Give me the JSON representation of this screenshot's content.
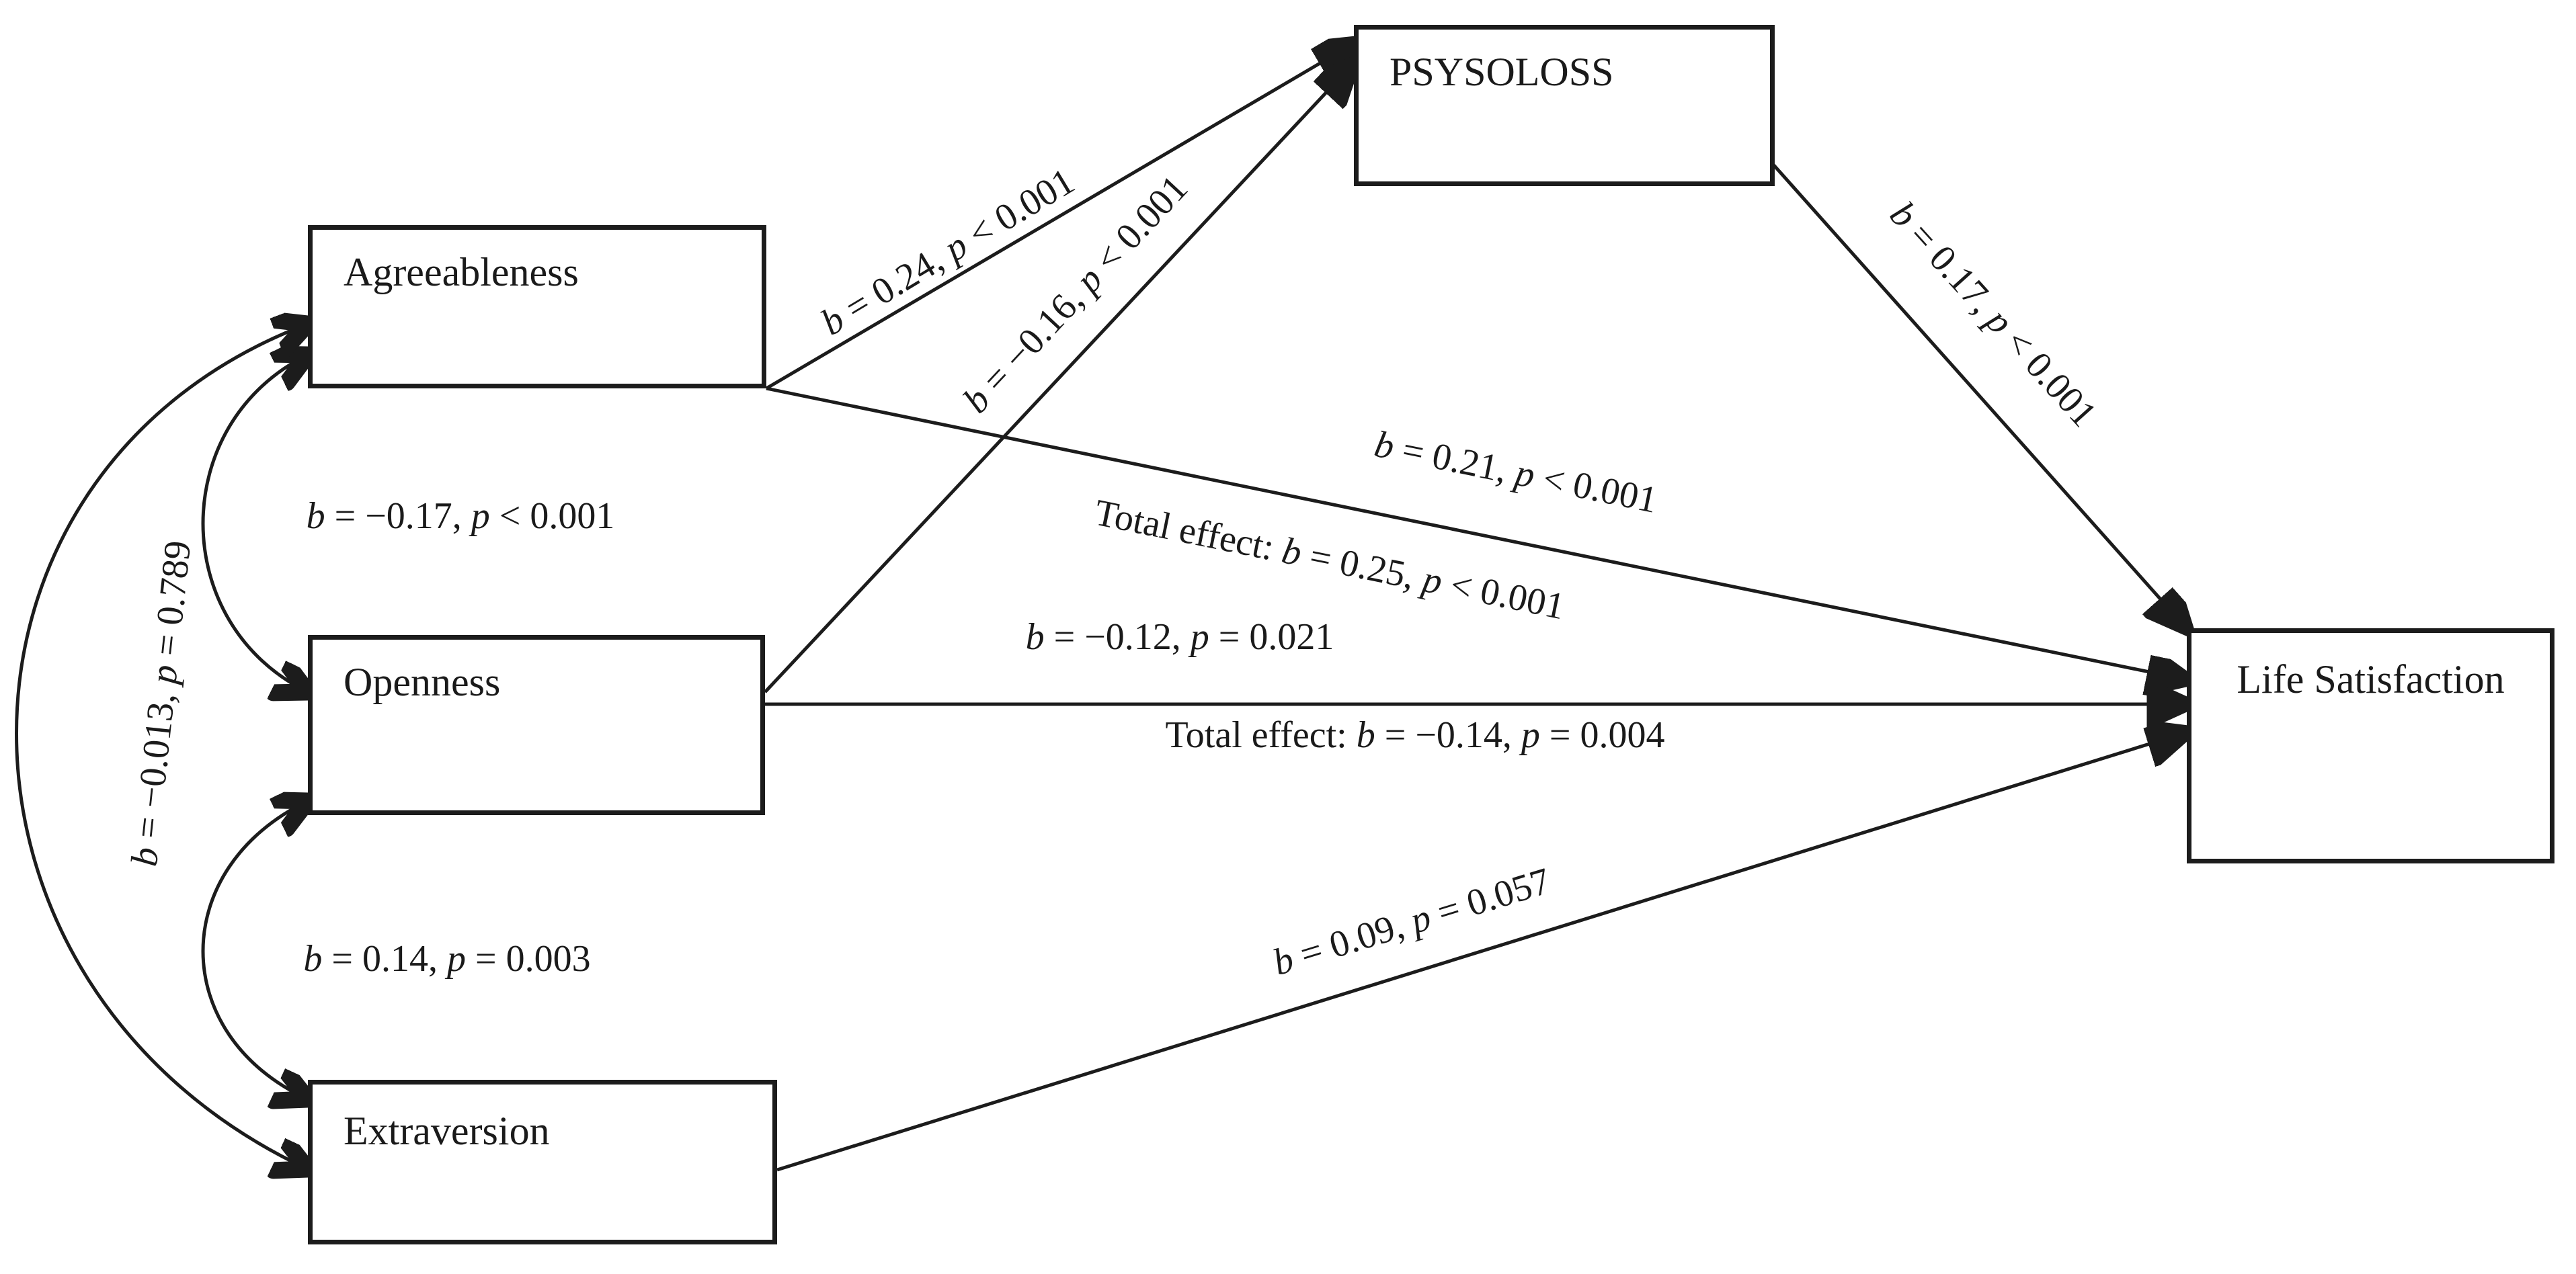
{
  "diagram": {
    "title": "Mediation path model",
    "colors": {
      "line": "#1c1c1c",
      "text": "#1a1a1a",
      "background": "#ffffff"
    },
    "nodes": {
      "agreeableness": {
        "label": "Agreeableness"
      },
      "openness": {
        "label": "Openness"
      },
      "extraversion": {
        "label": "Extraversion"
      },
      "psysoloss": {
        "label": "PSYSOLOSS"
      },
      "life_satisfaction": {
        "label": "Life Satisfaction"
      }
    },
    "edges": {
      "agreeableness_to_psysoloss": {
        "text": "b = 0.24, p < 0.001",
        "parts": [
          {
            "t": "b",
            "i": true
          },
          {
            "t": " = 0.24, ",
            "i": false
          },
          {
            "t": "p",
            "i": true
          },
          {
            "t": " < 0.001",
            "i": false
          }
        ]
      },
      "openness_to_psysoloss": {
        "text": "b = −0.16, p < 0.001",
        "parts": [
          {
            "t": "b",
            "i": true
          },
          {
            "t": " = −0.16, ",
            "i": false
          },
          {
            "t": "p",
            "i": true
          },
          {
            "t": " < 0.001",
            "i": false
          }
        ]
      },
      "psysoloss_to_life_satisfaction": {
        "text": "b = 0.17, p < 0.001",
        "parts": [
          {
            "t": "b",
            "i": true
          },
          {
            "t": " = 0.17, ",
            "i": false
          },
          {
            "t": "p",
            "i": true
          },
          {
            "t": " < 0.001",
            "i": false
          }
        ]
      },
      "agreeableness_to_life_satisfaction_direct": {
        "text": "b = 0.21, p < 0.001",
        "parts": [
          {
            "t": "b",
            "i": true
          },
          {
            "t": " = 0.21, ",
            "i": false
          },
          {
            "t": "p",
            "i": true
          },
          {
            "t": " < 0.001",
            "i": false
          }
        ]
      },
      "agreeableness_to_life_satisfaction_total": {
        "text": "Total effect: b = 0.25, p < 0.001",
        "parts": [
          {
            "t": "Total effect: ",
            "i": false
          },
          {
            "t": "b",
            "i": true
          },
          {
            "t": " = 0.25, ",
            "i": false
          },
          {
            "t": "p",
            "i": true
          },
          {
            "t": " < 0.001",
            "i": false
          }
        ]
      },
      "openness_to_life_satisfaction_direct": {
        "text": "b = −0.12, p = 0.021",
        "parts": [
          {
            "t": "b",
            "i": true
          },
          {
            "t": " = −0.12, ",
            "i": false
          },
          {
            "t": "p",
            "i": true
          },
          {
            "t": " = 0.021",
            "i": false
          }
        ]
      },
      "openness_to_life_satisfaction_total": {
        "text": "Total effect: b = −0.14, p = 0.004",
        "parts": [
          {
            "t": "Total effect: ",
            "i": false
          },
          {
            "t": "b",
            "i": true
          },
          {
            "t": " = −0.14, ",
            "i": false
          },
          {
            "t": "p",
            "i": true
          },
          {
            "t": " = 0.004",
            "i": false
          }
        ]
      },
      "extraversion_to_life_satisfaction": {
        "text": "b = 0.09, p = 0.057",
        "parts": [
          {
            "t": "b",
            "i": true
          },
          {
            "t": " = 0.09, ",
            "i": false
          },
          {
            "t": "p",
            "i": true
          },
          {
            "t": " = 0.057",
            "i": false
          }
        ]
      }
    },
    "covariances": {
      "agreeableness_openness": {
        "text": "b = −0.17, p < 0.001",
        "parts": [
          {
            "t": "b",
            "i": true
          },
          {
            "t": " = −0.17, ",
            "i": false
          },
          {
            "t": "p",
            "i": true
          },
          {
            "t": " < 0.001",
            "i": false
          }
        ]
      },
      "openness_extraversion": {
        "text": "b = 0.14, p = 0.003",
        "parts": [
          {
            "t": "b",
            "i": true
          },
          {
            "t": " = 0.14, ",
            "i": false
          },
          {
            "t": "p",
            "i": true
          },
          {
            "t": " = 0.003",
            "i": false
          }
        ]
      },
      "agreeableness_extraversion": {
        "text": "b = −0.013, p = 0.789",
        "parts": [
          {
            "t": "b",
            "i": true
          },
          {
            "t": " = −0.013, ",
            "i": false
          },
          {
            "t": "p",
            "i": true
          },
          {
            "t": " = 0.789",
            "i": false
          }
        ]
      }
    }
  }
}
